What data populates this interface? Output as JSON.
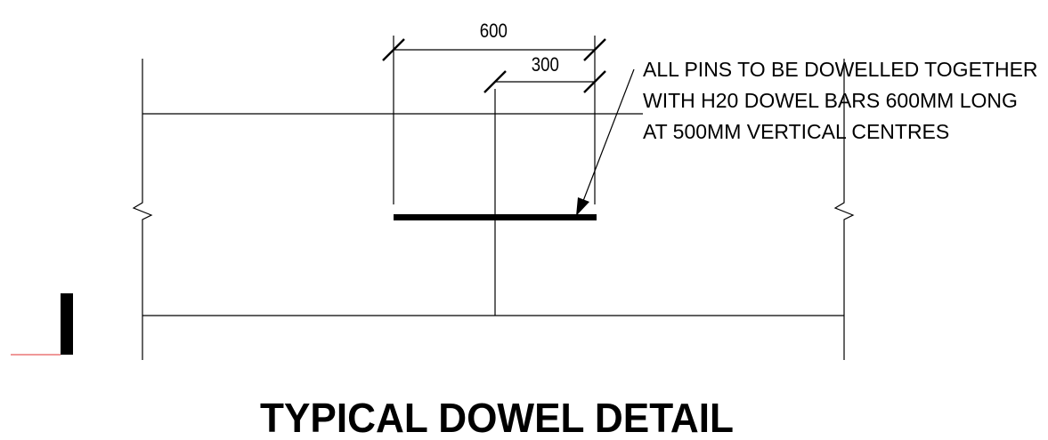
{
  "dimensions": {
    "overall": "600",
    "half": "300"
  },
  "note": {
    "lines": [
      "ALL PINS TO BE DOWELLED TOGETHER",
      "WITH H20 DOWEL BARS 600MM LONG",
      "AT 500MM VERTICAL CENTRES"
    ]
  },
  "title": "TYPICAL DOWEL DETAIL",
  "colors": {
    "line": "#000000",
    "marker_line": "#e03030"
  }
}
